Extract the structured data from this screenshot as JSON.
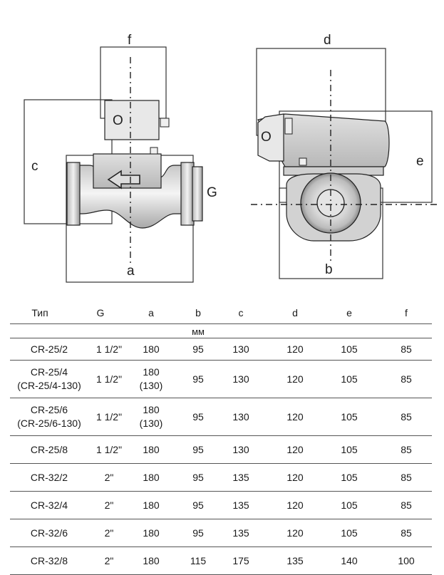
{
  "drawing": {
    "labels": {
      "a": "a",
      "b": "b",
      "c": "c",
      "d": "d",
      "e": "e",
      "f": "f",
      "G": "G"
    },
    "mark_o": "O"
  },
  "table": {
    "headers": [
      "Тип",
      "G",
      "a",
      "b",
      "c",
      "d",
      "e",
      "f"
    ],
    "unit": "мм",
    "rows": [
      {
        "type": [
          "CR-25/2"
        ],
        "G": "1 1/2\"",
        "a": [
          "180"
        ],
        "b": "95",
        "c": "130",
        "d": "120",
        "e": "105",
        "f": "85"
      },
      {
        "type": [
          "CR-25/4",
          "(CR-25/4-130)"
        ],
        "G": "1 1/2\"",
        "a": [
          "180",
          "(130)"
        ],
        "b": "95",
        "c": "130",
        "d": "120",
        "e": "105",
        "f": "85"
      },
      {
        "type": [
          "CR-25/6",
          "(CR-25/6-130)"
        ],
        "G": "1 1/2\"",
        "a": [
          "180",
          "(130)"
        ],
        "b": "95",
        "c": "130",
        "d": "120",
        "e": "105",
        "f": "85"
      },
      {
        "type": [
          "CR-25/8"
        ],
        "G": "1 1/2\"",
        "a": [
          "180"
        ],
        "b": "95",
        "c": "130",
        "d": "120",
        "e": "105",
        "f": "85"
      },
      {
        "type": [
          "CR-32/2"
        ],
        "G": "2\"",
        "a": [
          "180"
        ],
        "b": "95",
        "c": "135",
        "d": "120",
        "e": "105",
        "f": "85"
      },
      {
        "type": [
          "CR-32/4"
        ],
        "G": "2\"",
        "a": [
          "180"
        ],
        "b": "95",
        "c": "135",
        "d": "120",
        "e": "105",
        "f": "85"
      },
      {
        "type": [
          "CR-32/6"
        ],
        "G": "2\"",
        "a": [
          "180"
        ],
        "b": "95",
        "c": "135",
        "d": "120",
        "e": "105",
        "f": "85"
      },
      {
        "type": [
          "CR-32/8"
        ],
        "G": "2\"",
        "a": [
          "180"
        ],
        "b": "115",
        "c": "175",
        "d": "135",
        "e": "140",
        "f": "100"
      }
    ]
  }
}
